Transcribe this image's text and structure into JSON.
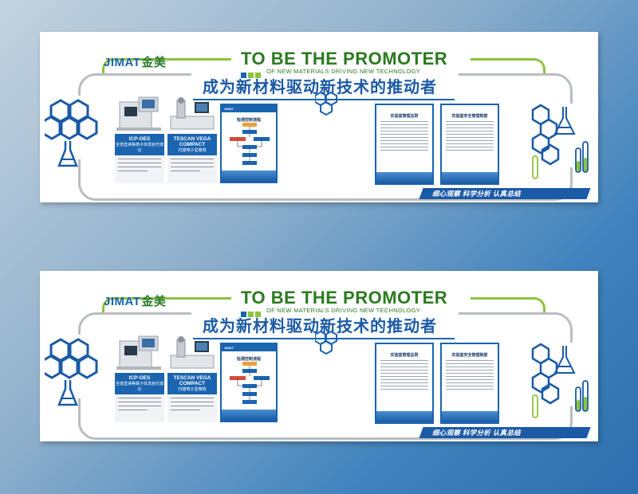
{
  "brand": {
    "logo_en": "JIMAT",
    "logo_cn": "金美"
  },
  "headline": "TO BE THE PROMOTER",
  "subheadline": "OF NEW MATERIALS DRIVING NEW TECHNOLOGY",
  "cn_title": "成为新材料驱动新技术的推动者",
  "equipment": [
    {
      "name": "ICP-OES",
      "desc": "全谱直读等离子体发射光谱仪"
    },
    {
      "name": "TESCAN VEGA COMPACT",
      "desc": "扫描电子显微镜"
    }
  ],
  "posters": [
    {
      "title": "检测控制流程"
    },
    {
      "title": "实验室管理总则"
    },
    {
      "title": "实验室安全管理制度"
    }
  ],
  "slogan": "细心观察  科学分析  认真总结",
  "colors": {
    "accent_blue": "#1a64b0",
    "accent_green": "#8cc43c",
    "brand_green": "#2b7a1f",
    "frame_gray": "#b9bdc2"
  }
}
